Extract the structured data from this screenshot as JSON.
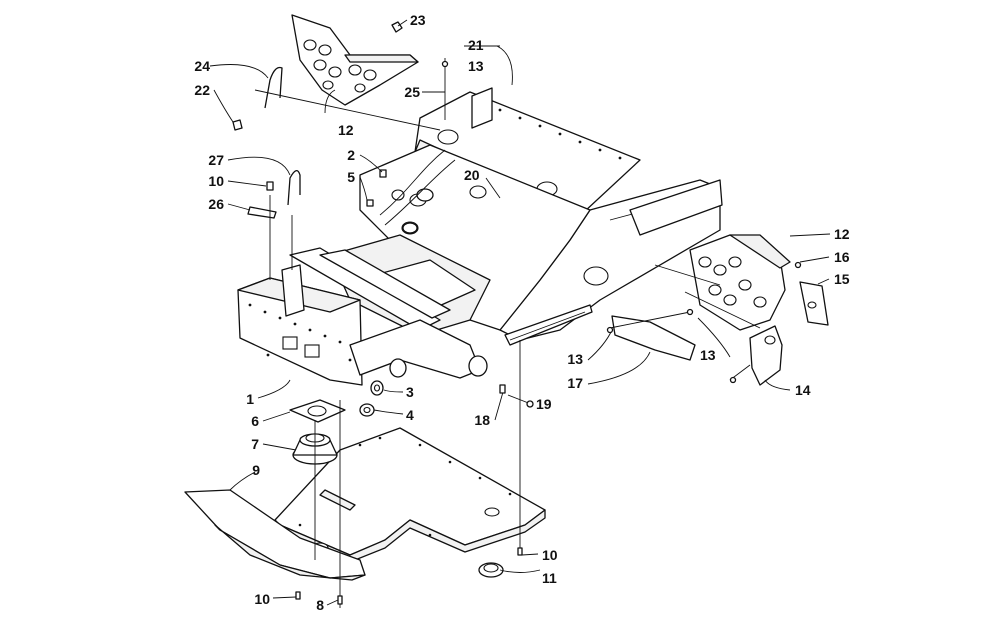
{
  "diagram": {
    "callouts": [
      {
        "id": "c1",
        "label": "1"
      },
      {
        "id": "c2",
        "label": "2"
      },
      {
        "id": "c3",
        "label": "3"
      },
      {
        "id": "c4",
        "label": "4"
      },
      {
        "id": "c5",
        "label": "5"
      },
      {
        "id": "c6",
        "label": "6"
      },
      {
        "id": "c7",
        "label": "7"
      },
      {
        "id": "c8",
        "label": "8"
      },
      {
        "id": "c9",
        "label": "9"
      },
      {
        "id": "c10a",
        "label": "10"
      },
      {
        "id": "c10b",
        "label": "10"
      },
      {
        "id": "c10c",
        "label": "10"
      },
      {
        "id": "c11",
        "label": "11"
      },
      {
        "id": "c12a",
        "label": "12"
      },
      {
        "id": "c12b",
        "label": "12"
      },
      {
        "id": "c13a",
        "label": "13"
      },
      {
        "id": "c13b",
        "label": "13"
      },
      {
        "id": "c13c",
        "label": "13"
      },
      {
        "id": "c14",
        "label": "14"
      },
      {
        "id": "c15",
        "label": "15"
      },
      {
        "id": "c16",
        "label": "16"
      },
      {
        "id": "c17",
        "label": "17"
      },
      {
        "id": "c18",
        "label": "18"
      },
      {
        "id": "c19",
        "label": "19"
      },
      {
        "id": "c20",
        "label": "20"
      },
      {
        "id": "c21",
        "label": "21"
      },
      {
        "id": "c22",
        "label": "22"
      },
      {
        "id": "c23",
        "label": "23"
      },
      {
        "id": "c24",
        "label": "24"
      },
      {
        "id": "c25",
        "label": "25"
      },
      {
        "id": "c26",
        "label": "26"
      },
      {
        "id": "c27",
        "label": "27"
      }
    ]
  }
}
